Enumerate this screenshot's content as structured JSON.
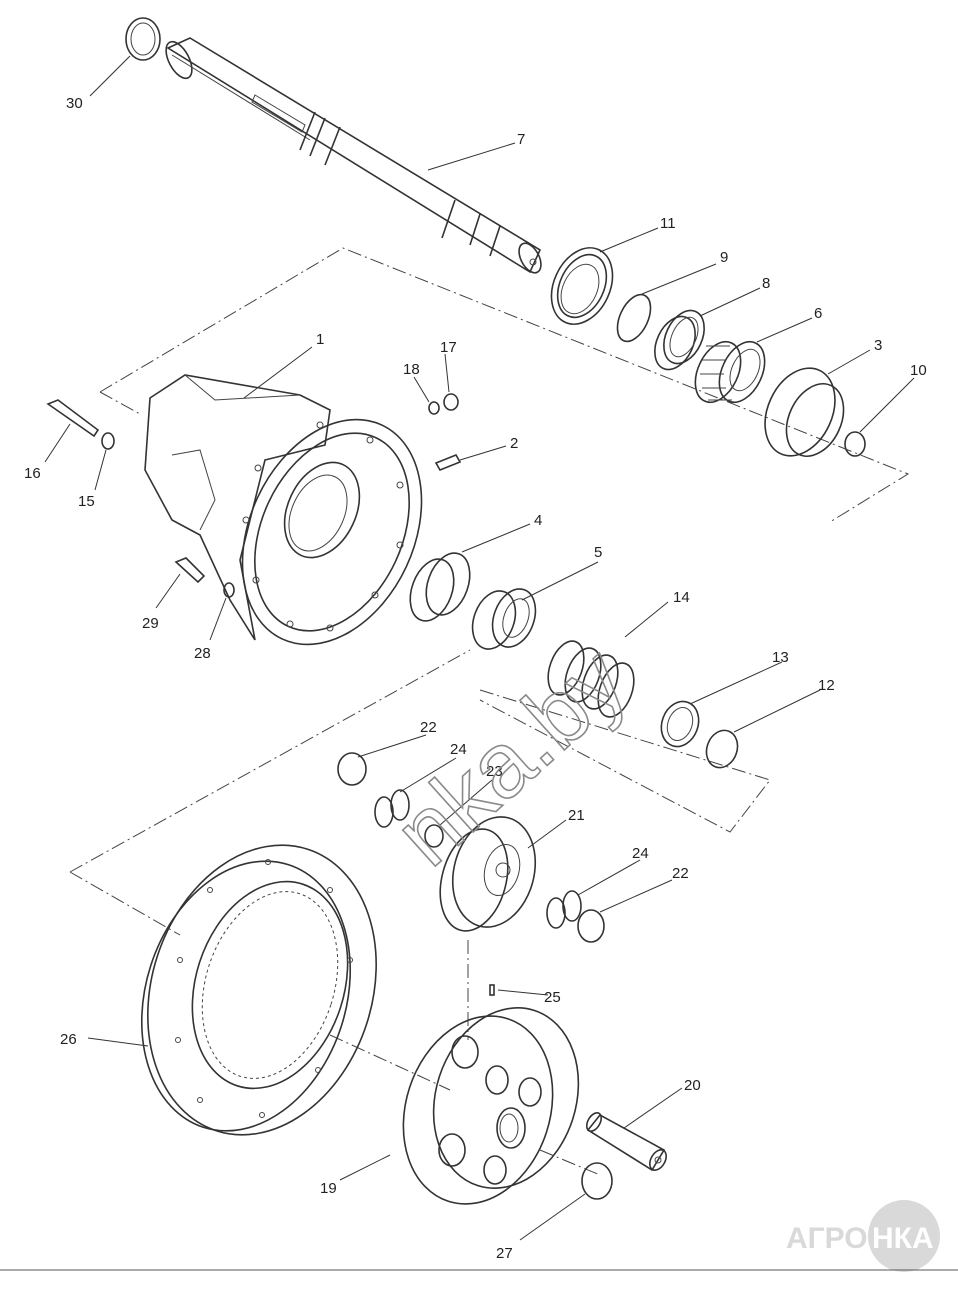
{
  "watermark": "nka.by",
  "logo": {
    "left": "АГРО",
    "right": "НКА"
  },
  "callouts": {
    "c1": "1",
    "c2": "2",
    "c3": "3",
    "c4": "4",
    "c5": "5",
    "c6": "6",
    "c7": "7",
    "c8": "8",
    "c9": "9",
    "c10": "10",
    "c11": "11",
    "c12": "12",
    "c13": "13",
    "c14": "14",
    "c15": "15",
    "c16": "16",
    "c17": "17",
    "c18": "18",
    "c19": "19",
    "c20": "20",
    "c21": "21",
    "c22a": "22",
    "c22b": "22",
    "c23": "23",
    "c24a": "24",
    "c24b": "24",
    "c25": "25",
    "c26": "26",
    "c27": "27",
    "c28": "28",
    "c29": "29",
    "c30": "30"
  }
}
